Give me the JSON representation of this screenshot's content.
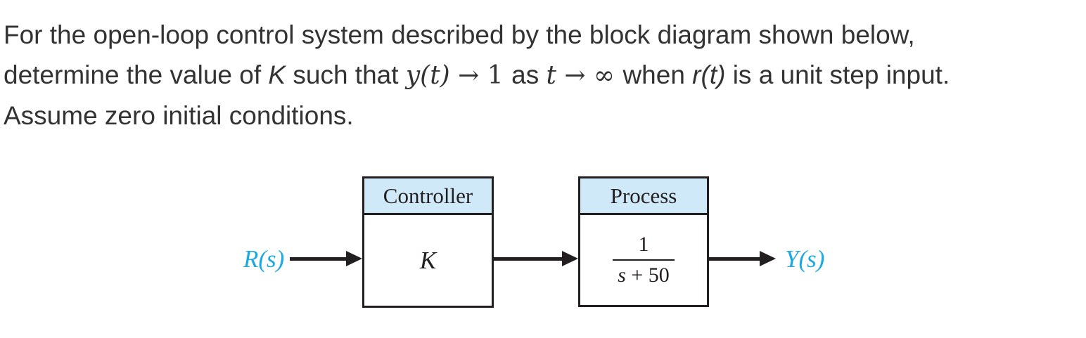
{
  "problem": {
    "line1": {
      "seg0": "For the open-loop control system described by the block diagram shown below,"
    },
    "line2": {
      "seg0": "determine the value of ",
      "seg1": "K",
      "seg2": " such that ",
      "seg3": "y(t)",
      "seg4": " → 1 ",
      "seg5": "as ",
      "seg6": "t",
      "seg7": " → ∞ ",
      "seg8": "when ",
      "seg9": "r(t)",
      "seg10": " is a unit step input."
    },
    "line3": {
      "seg0": "Assume zero initial conditions."
    }
  },
  "diagram": {
    "controller": {
      "title": "Controller",
      "gain": "K"
    },
    "process": {
      "title": "Process",
      "transfer_numerator": "1",
      "transfer_denominator_var": "s",
      "transfer_denominator_rest": " + 50"
    },
    "input_label": "R(s)",
    "output_label": "Y(s)",
    "colors": {
      "header_fill": "#cfe9f8",
      "signal_label_blue": "#1ba9e2",
      "line_black": "#231f20",
      "body_text": "#333333"
    }
  }
}
